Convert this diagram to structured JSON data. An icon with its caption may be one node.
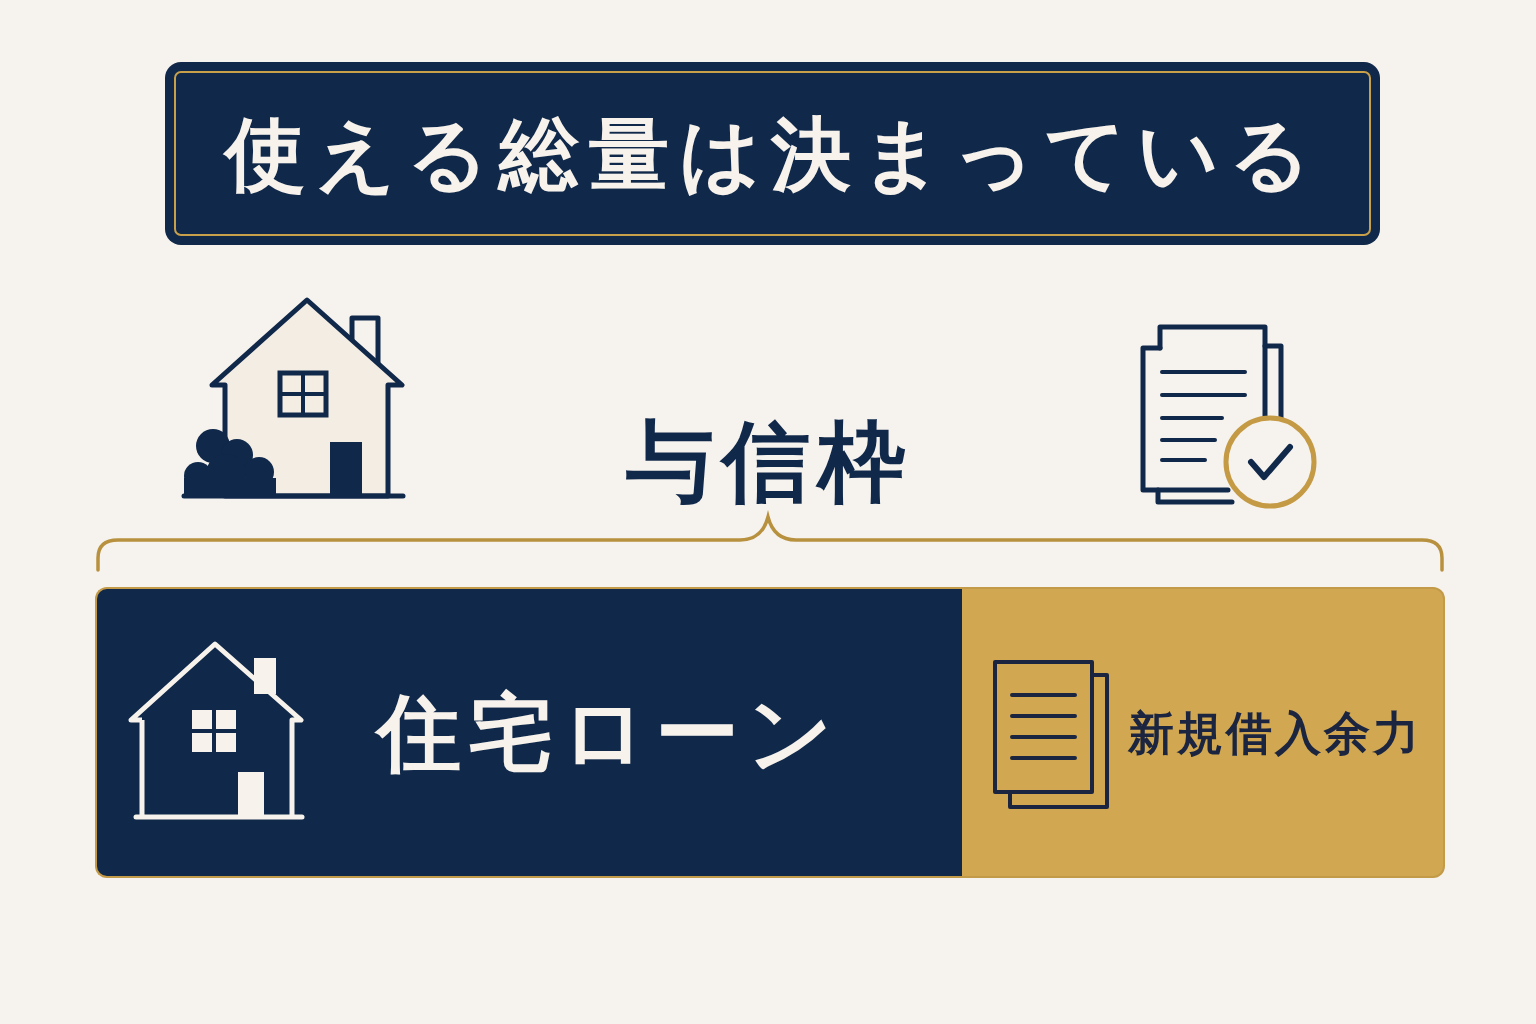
{
  "diagram": {
    "title": "使える総量は決まっている",
    "nodes": [
      {
        "text": [
          "住宅ローン"
        ]
      },
      {
        "text": [
          "新規借入余力"
        ]
      }
    ],
    "labels": [
      "与信枠"
    ]
  }
}
